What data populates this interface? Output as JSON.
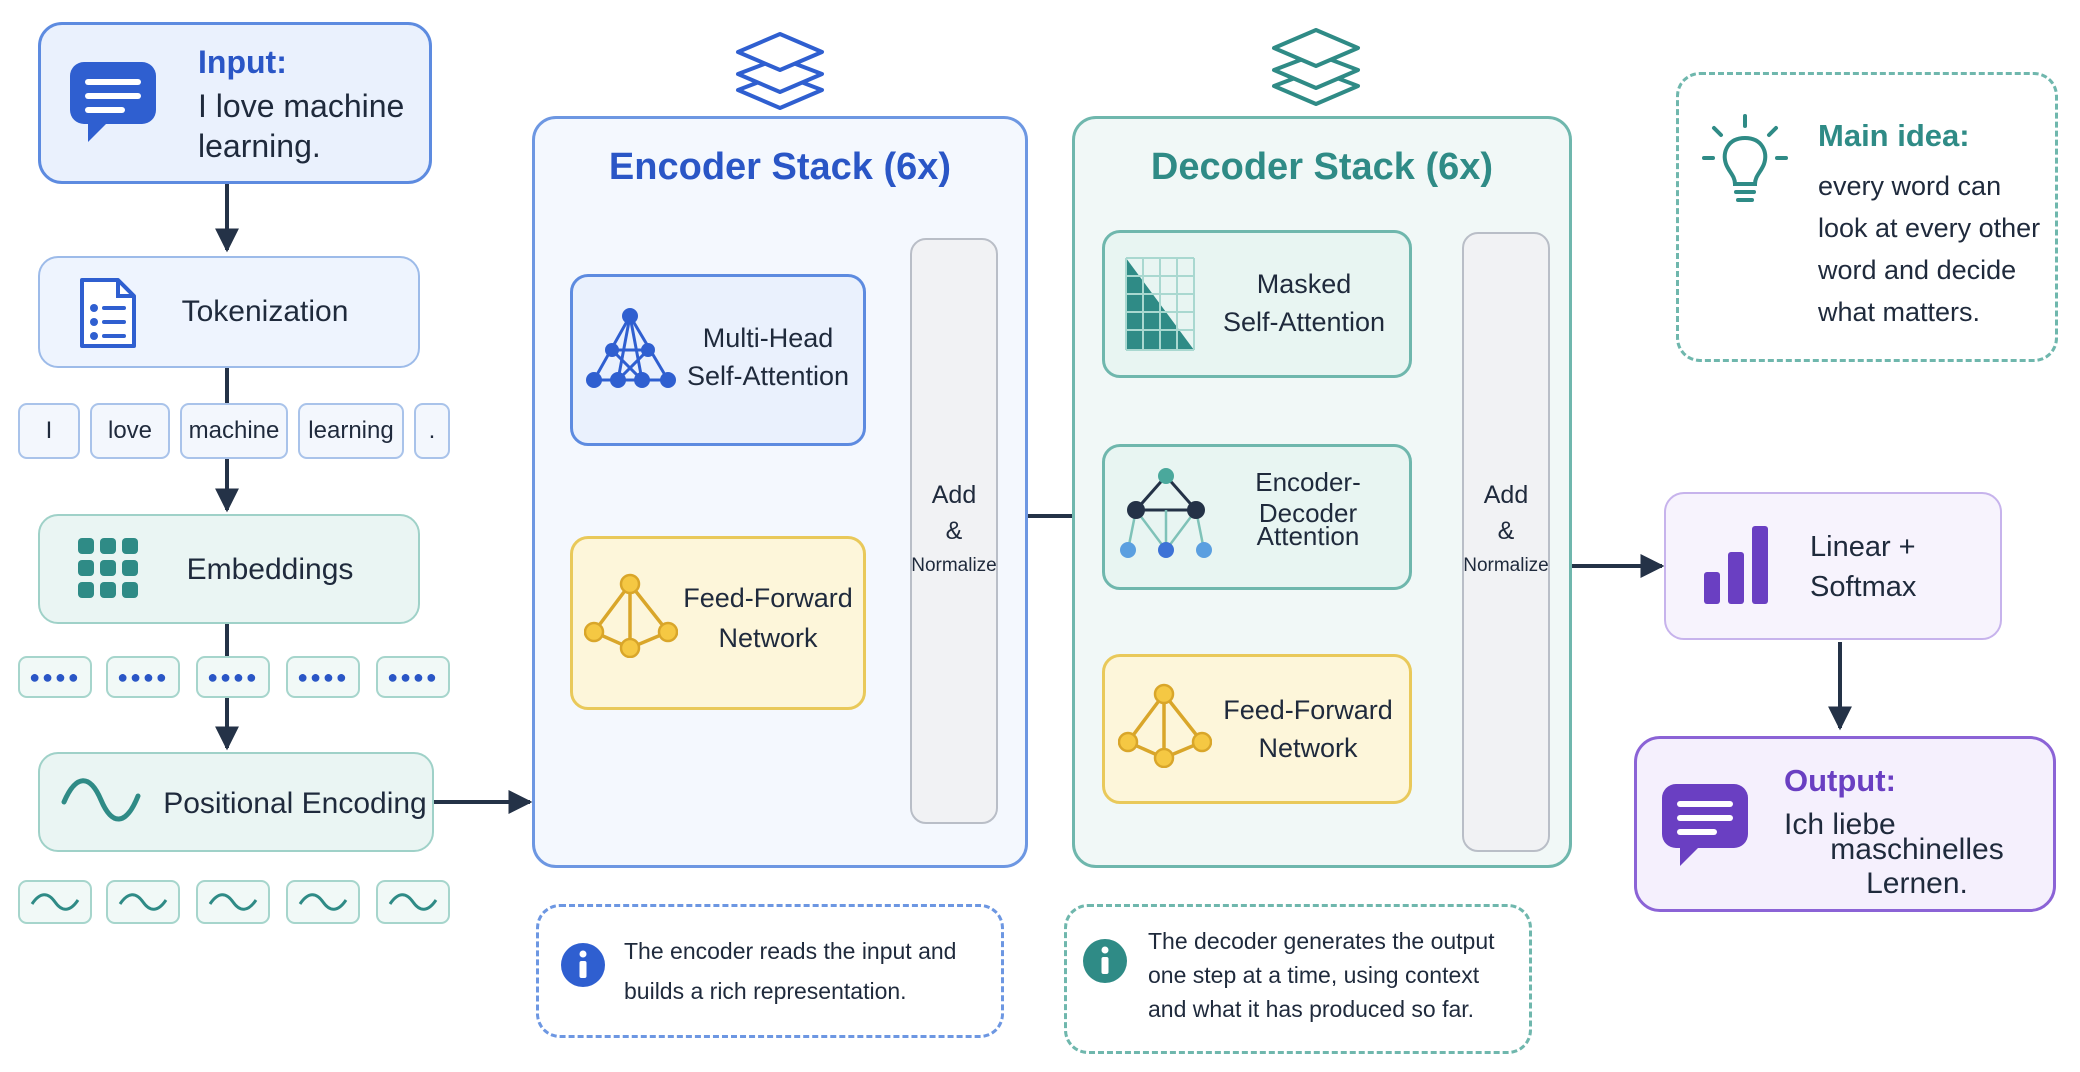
{
  "input": {
    "title": "Input:",
    "text_line1": "I love machine",
    "text_line2": "learning."
  },
  "tokenization": {
    "label": "Tokenization"
  },
  "tokens": [
    "I",
    "love",
    "machine",
    "learning",
    "."
  ],
  "embeddings": {
    "label": "Embeddings"
  },
  "positional_encoding": {
    "label": "Positional Encoding"
  },
  "encoder": {
    "title": "Encoder Stack (6x)",
    "attention_line1": "Multi-Head",
    "attention_line2": "Self-Attention",
    "ffn_line1": "Feed-Forward",
    "ffn_line2": "Network",
    "addnorm_line1": "Add",
    "addnorm_line2": "&",
    "addnorm_line3": "Normalize",
    "note_line1": "The encoder reads the input and",
    "note_line2": "builds a rich representation."
  },
  "decoder": {
    "title": "Decoder Stack (6x)",
    "masked_line1": "Masked",
    "masked_line2": "Self-Attention",
    "encdec_line1": "Encoder-Decoder",
    "encdec_line2": "Attention",
    "ffn_line1": "Feed-Forward",
    "ffn_line2": "Network",
    "addnorm_line1": "Add",
    "addnorm_line2": "&",
    "addnorm_line3": "Normalize",
    "note_line1": "The decoder generates the output",
    "note_line2": "one step at a time, using context",
    "note_line3": "and what it has produced so far."
  },
  "main_idea": {
    "title": "Main idea:",
    "line1": "every word can",
    "line2": "look at every other",
    "line3": "word and decide",
    "line4": "what matters."
  },
  "linear_softmax": {
    "line1": "Linear +",
    "line2": "Softmax"
  },
  "output": {
    "title": "Output:",
    "line1": "Ich liebe",
    "line2": "maschinelles Lernen."
  },
  "icons": {
    "input": "chat-bubble-icon",
    "tokenization": "document-list-icon",
    "embeddings": "dot-grid-icon",
    "positional": "sine-wave-icon",
    "encoder_stack": "layers-icon",
    "decoder_stack": "layers-icon",
    "attention": "network-graph-icon",
    "ffn": "triangle-graph-icon",
    "masked": "masked-grid-icon",
    "encdec": "encoder-decoder-graph-icon",
    "info": "info-icon",
    "idea": "lightbulb-icon",
    "linear": "bar-chart-icon",
    "output": "chat-bubble-icon"
  },
  "colors": {
    "encoder_accent": "#2a56c6",
    "decoder_accent": "#2f8b86",
    "output_accent": "#6a3fc2",
    "ffn_accent": "#e0b73d",
    "arrow": "#243247"
  }
}
